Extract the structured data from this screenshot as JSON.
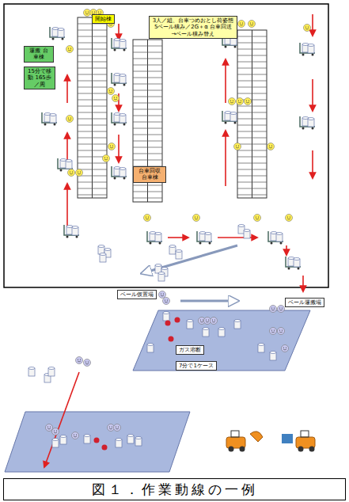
{
  "diagram": {
    "caption": "図１．作業動線の一例",
    "nodes": [
      {
        "text": [
          "開始棟"
        ]
      },
      {
        "text": [
          "3人／組、台車つめおとし荷姿態 5ベール積み／2G＋α 台車回送→ベール積み替え"
        ]
      },
      {
        "text": [
          "運搬 台車棟"
        ]
      },
      {
        "text": [
          "15分で移動 165歩／周"
        ]
      },
      {
        "text": [
          "台車回収 台車棟"
        ]
      },
      {
        "text": [
          "ベール仮置場"
        ]
      },
      {
        "text": [
          "ベール運搬場"
        ]
      },
      {
        "text": [
          "ガス溶断"
        ]
      },
      {
        "text": [
          "7分で1ケース"
        ]
      }
    ]
  }
}
